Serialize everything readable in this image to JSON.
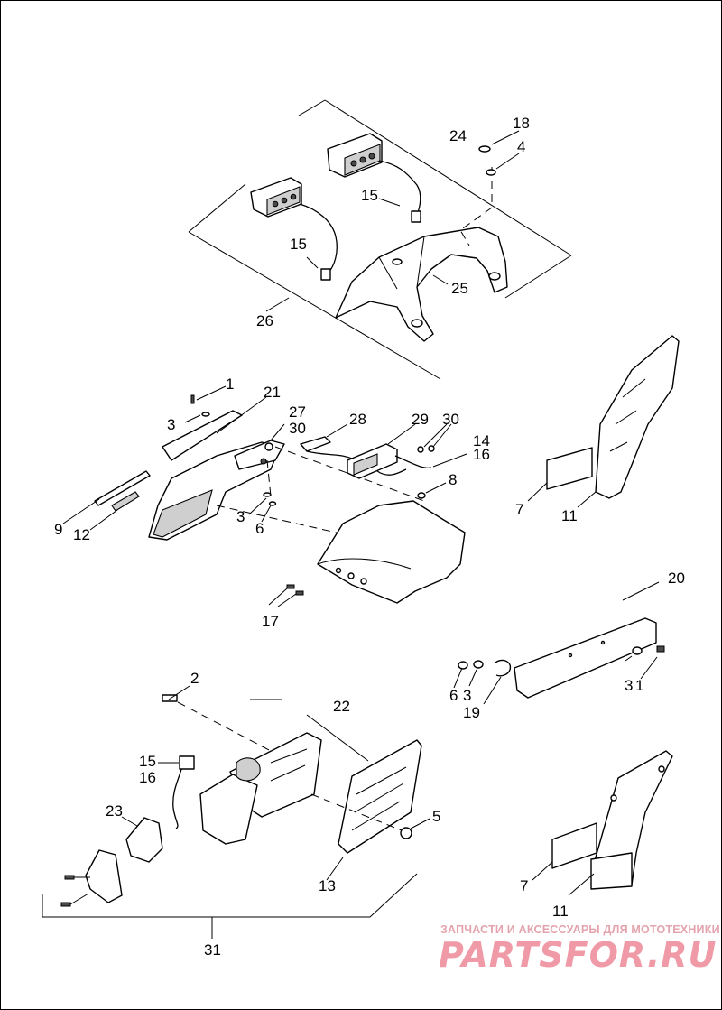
{
  "callouts": {
    "c18": "18",
    "c24": "24",
    "c4": "4",
    "c15a": "15",
    "c15b": "15",
    "c25": "25",
    "c26": "26",
    "c1a": "1",
    "c21": "21",
    "c27": "27",
    "c30a": "30",
    "c3a": "3",
    "c28": "28",
    "c29": "29",
    "c30b": "30",
    "c14": "14",
    "c16a": "16",
    "c8": "8",
    "c9": "9",
    "c12": "12",
    "c3b": "3",
    "c6a": "6",
    "c7a": "7",
    "c11a": "11",
    "c17": "17",
    "c20": "20",
    "c6b": "6",
    "c3c": "3",
    "c3d": "3",
    "c1b": "1",
    "c19": "19",
    "c2": "2",
    "c22": "22",
    "c15c": "15",
    "c16b": "16",
    "c23": "23",
    "c5": "5",
    "c13": "13",
    "c7b": "7",
    "c11b": "11",
    "c31": "31"
  },
  "watermark": {
    "tagline": "ЗАПЧАСТИ И АКСЕССУАРЫ ДЛЯ МОТОТЕХНИКИ",
    "logo": "PARTSFOR.RU",
    "color": "#ef9aa6"
  }
}
